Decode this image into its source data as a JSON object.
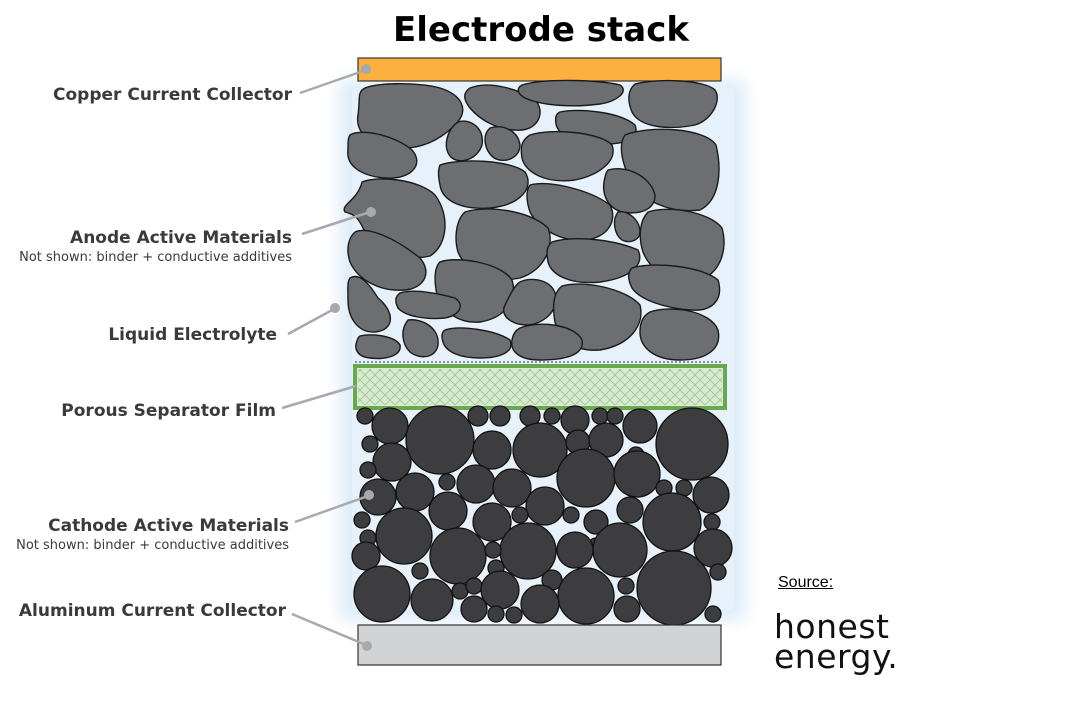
{
  "title": "Electrode stack",
  "labels": {
    "copper": "Copper Current Collector",
    "anode": "Anode Active Materials",
    "anode_note": "Not shown: binder + conductive additives",
    "electrolyte": "Liquid Electrolyte",
    "separator": "Porous Separator Film",
    "cathode": "Cathode Active Materials",
    "cathode_note": "Not shown: binder + conductive additives",
    "aluminum": "Aluminum Current Collector"
  },
  "source": {
    "label": "Source:",
    "logo_line1": "honest",
    "logo_line2": "energy."
  },
  "colors": {
    "copper": "#fbb040",
    "aluminum": "#d1d3d4",
    "separator_border": "#6aa84f",
    "separator_fill": "#d9ead3",
    "electrolyte": "#dcebf8",
    "anode_particle": "#6d6e71",
    "cathode_particle": "#3d3d3f",
    "leader": "#a7a9ac"
  }
}
